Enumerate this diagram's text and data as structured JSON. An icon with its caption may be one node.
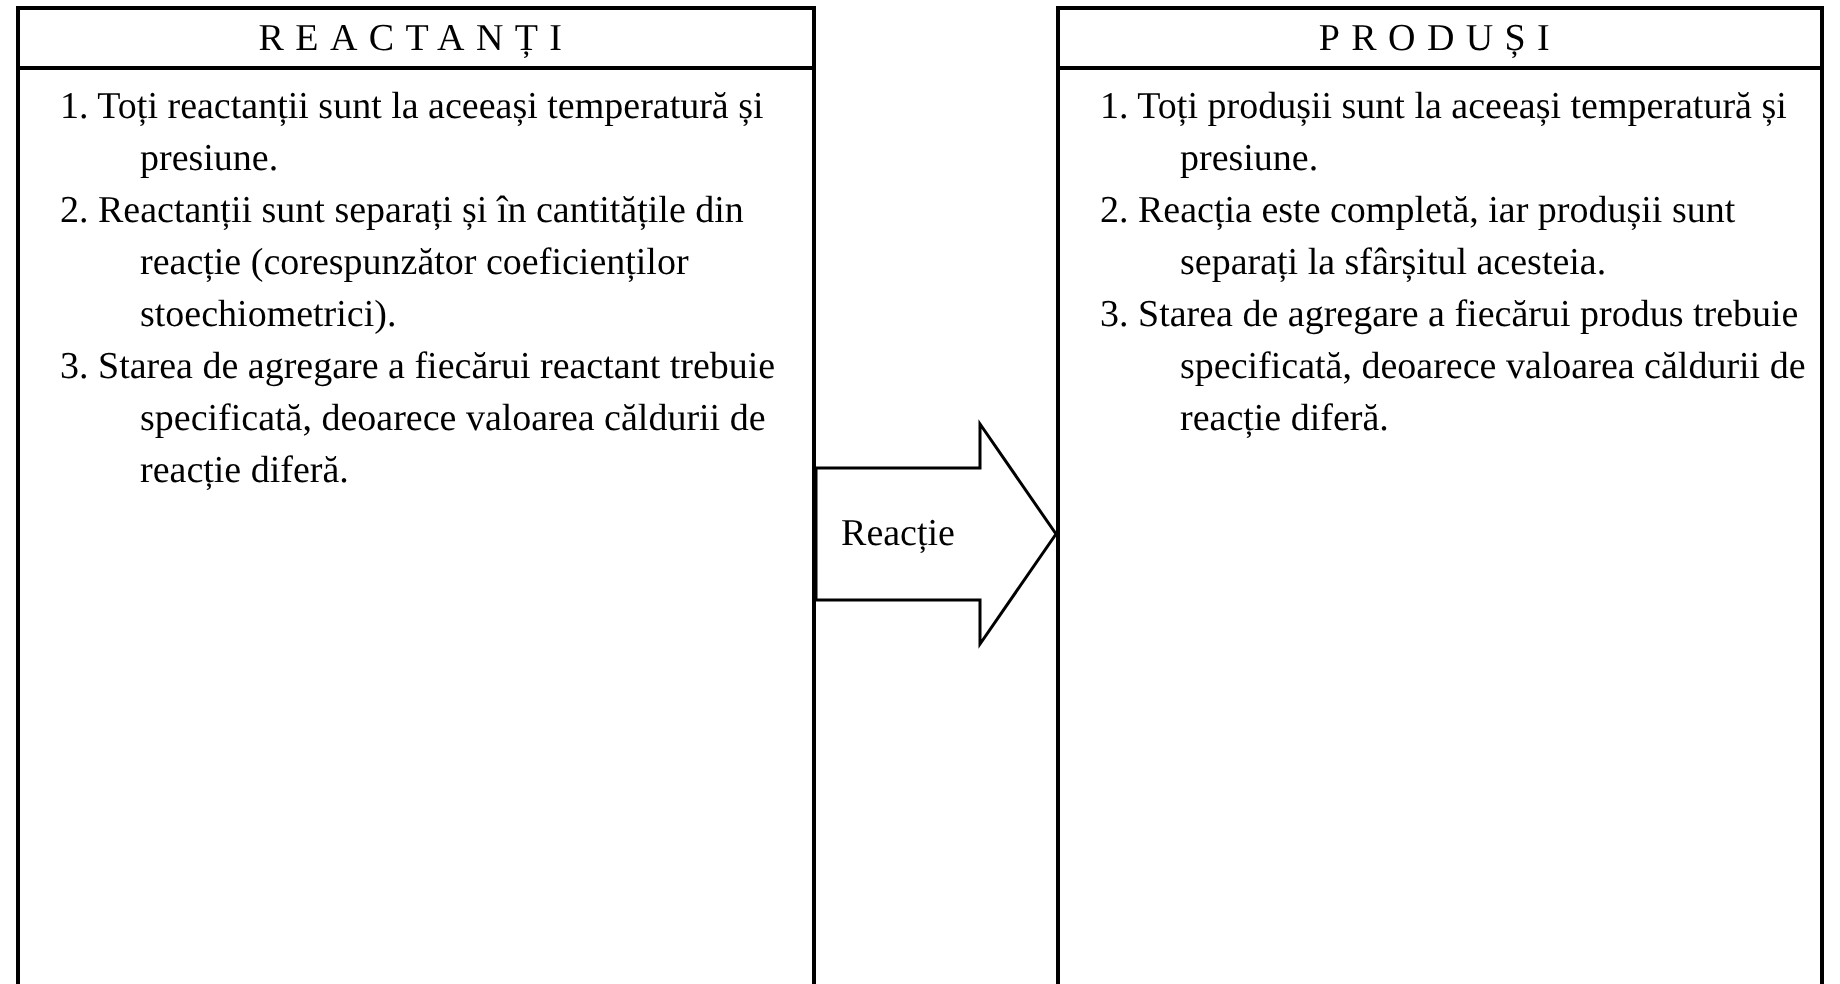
{
  "diagram": {
    "nodes": [
      {
        "text": [
          "REACTANȚI",
          "1. Toți reactanții sunt la aceeași temperatură și presiune.",
          "2. Reactanții sunt separați și în cantitățile din reacție (corespunzător coeficienților stoechiometrici).",
          "3. Starea de agregare a fiecărui reactant trebuie specificată, deoarece valoarea căldurii de reacție diferă."
        ]
      },
      {
        "text": [
          "PRODUȘI",
          "1. Toți produșii sunt la aceeași temperatură și presiune.",
          "2. Reacția este completă, iar produșii sunt separați la sfârșitul acesteia.",
          "3. Starea de agregare a fiecărui produs trebuie specificată, deoarece valoarea căldurii de reacție diferă."
        ]
      }
    ],
    "edges": [
      {
        "from": 0,
        "to": 1,
        "arrow": "to",
        "label": "Reacție"
      }
    ]
  }
}
